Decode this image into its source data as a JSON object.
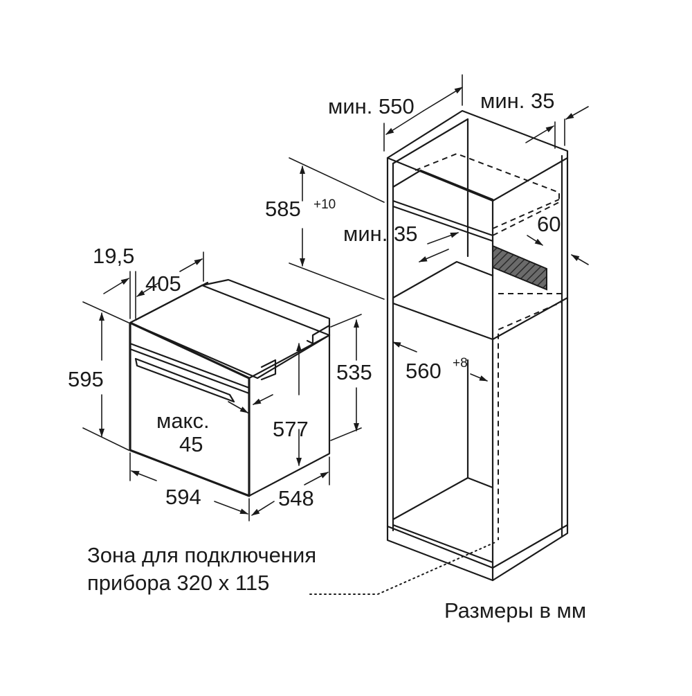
{
  "labels": {
    "min_550": "мин. 550",
    "min_35_top": "мин. 35",
    "d585": "585",
    "d585_tol": "+10",
    "min_35_mid": "мин. 35",
    "d60": "60",
    "d19_5": "19,5",
    "d405": "405",
    "d595": "595",
    "d535": "535",
    "d560": "560",
    "d560_tol": "+8",
    "maks": "макс.",
    "d45": "45",
    "d577": "577",
    "d594": "594",
    "d548": "548",
    "zone_line1": "Зона для подключения",
    "zone_line2": "прибора 320 x 115",
    "units": "Размеры в мм"
  }
}
